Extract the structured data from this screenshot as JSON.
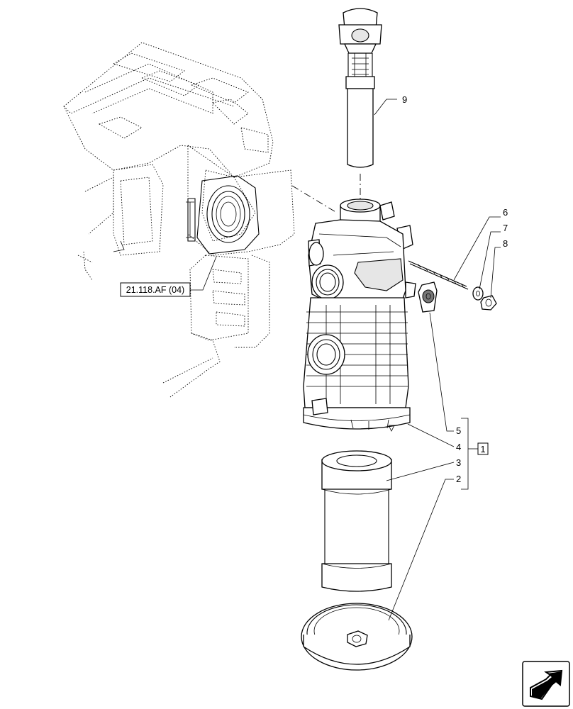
{
  "reference_label": "21.118.AF (04)",
  "group_box_label": "1",
  "callouts": [
    "9",
    "6",
    "7",
    "8",
    "5",
    "4",
    "3",
    "2"
  ],
  "nav_icon": "arrow-navigation-icon"
}
